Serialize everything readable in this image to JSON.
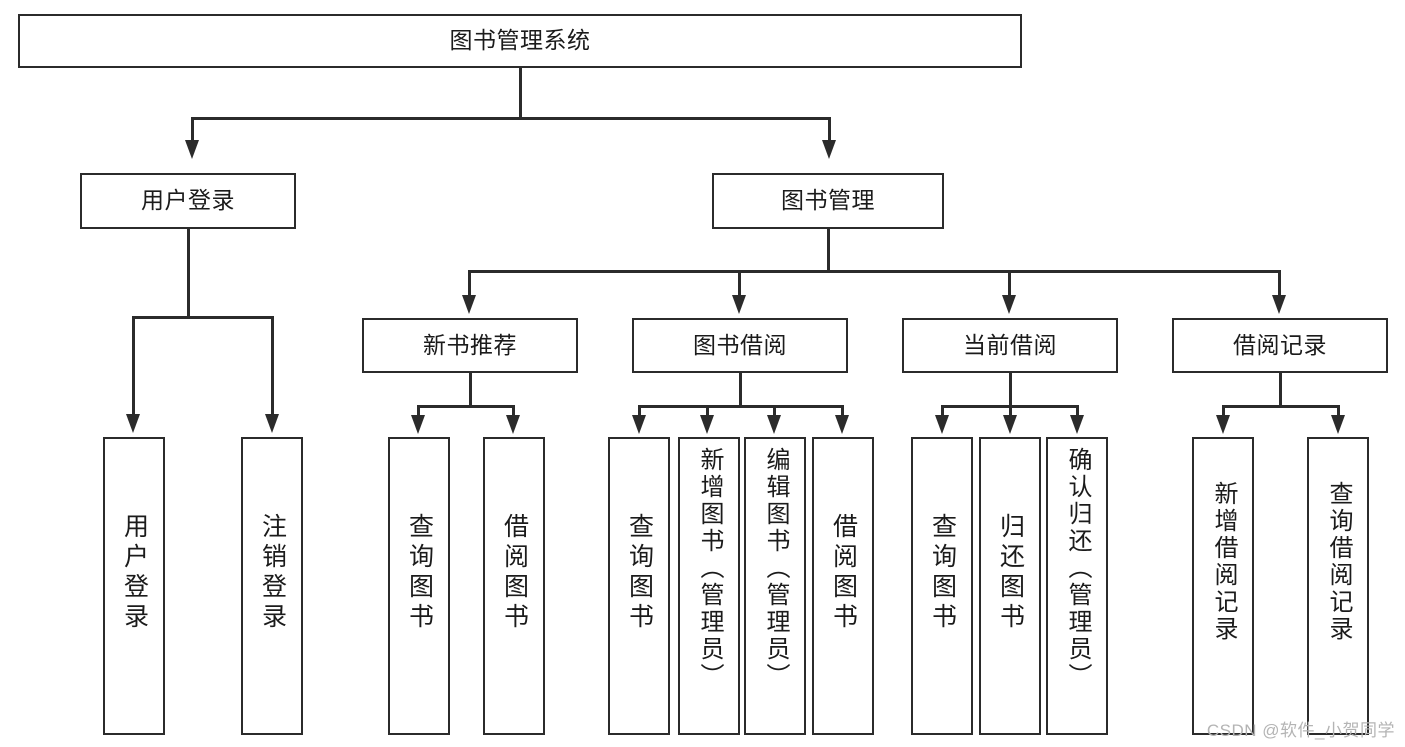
{
  "diagram": {
    "type": "tree-hierarchy",
    "title": "图书管理系统",
    "watermark": "CSDN @软件_小贺同学",
    "colors": {
      "stroke": "#2b2b2b",
      "fill": "#ffffff",
      "text": "#1b1b1b",
      "watermark": "#b4b4b4"
    },
    "nodes": {
      "root": {
        "label": "图书管理系统",
        "level": 0,
        "orientation": "horizontal"
      },
      "user_login": {
        "label": "用户登录",
        "level": 1,
        "orientation": "horizontal"
      },
      "book_manage": {
        "label": "图书管理",
        "level": 1,
        "orientation": "horizontal"
      },
      "new_book_rec": {
        "label": "新书推荐",
        "level": 2,
        "orientation": "horizontal"
      },
      "book_borrow": {
        "label": "图书借阅",
        "level": 2,
        "orientation": "horizontal"
      },
      "current_borrow": {
        "label": "当前借阅",
        "level": 2,
        "orientation": "horizontal"
      },
      "borrow_record": {
        "label": "借阅记录",
        "level": 2,
        "orientation": "horizontal"
      },
      "leaf_user_login": {
        "label": "用户登录",
        "level": 3,
        "orientation": "vertical"
      },
      "leaf_logout": {
        "label": "注销登录",
        "level": 3,
        "orientation": "vertical"
      },
      "leaf_rec_query": {
        "label": "查询图书",
        "level": 3,
        "orientation": "vertical"
      },
      "leaf_rec_borrow": {
        "label": "借阅图书",
        "level": 3,
        "orientation": "vertical"
      },
      "leaf_borrow_query": {
        "label": "查询图书",
        "level": 3,
        "orientation": "vertical"
      },
      "leaf_add_book": {
        "label": "新增图书（管理员）",
        "level": 3,
        "orientation": "vertical"
      },
      "leaf_edit_book": {
        "label": "编辑图书（管理员）",
        "level": 3,
        "orientation": "vertical"
      },
      "leaf_borrow_book": {
        "label": "借阅图书",
        "level": 3,
        "orientation": "vertical"
      },
      "leaf_cur_query": {
        "label": "查询图书",
        "level": 3,
        "orientation": "vertical"
      },
      "leaf_return_book": {
        "label": "归还图书",
        "level": 3,
        "orientation": "vertical"
      },
      "leaf_confirm_return": {
        "label": "确认归还（管理员）",
        "level": 3,
        "orientation": "vertical"
      },
      "leaf_add_record": {
        "label": "新增借阅记录",
        "level": 3,
        "orientation": "vertical"
      },
      "leaf_query_record": {
        "label": "查询借阅记录",
        "level": 3,
        "orientation": "vertical"
      }
    },
    "edges": [
      {
        "from": "root",
        "to": "user_login"
      },
      {
        "from": "root",
        "to": "book_manage"
      },
      {
        "from": "book_manage",
        "to": "new_book_rec"
      },
      {
        "from": "book_manage",
        "to": "book_borrow"
      },
      {
        "from": "book_manage",
        "to": "current_borrow"
      },
      {
        "from": "book_manage",
        "to": "borrow_record"
      },
      {
        "from": "user_login",
        "to": "leaf_user_login"
      },
      {
        "from": "user_login",
        "to": "leaf_logout"
      },
      {
        "from": "new_book_rec",
        "to": "leaf_rec_query"
      },
      {
        "from": "new_book_rec",
        "to": "leaf_rec_borrow"
      },
      {
        "from": "book_borrow",
        "to": "leaf_borrow_query"
      },
      {
        "from": "book_borrow",
        "to": "leaf_add_book"
      },
      {
        "from": "book_borrow",
        "to": "leaf_edit_book"
      },
      {
        "from": "book_borrow",
        "to": "leaf_borrow_book"
      },
      {
        "from": "current_borrow",
        "to": "leaf_cur_query"
      },
      {
        "from": "current_borrow",
        "to": "leaf_return_book"
      },
      {
        "from": "current_borrow",
        "to": "leaf_confirm_return"
      },
      {
        "from": "borrow_record",
        "to": "leaf_add_record"
      },
      {
        "from": "borrow_record",
        "to": "leaf_query_record"
      }
    ]
  }
}
